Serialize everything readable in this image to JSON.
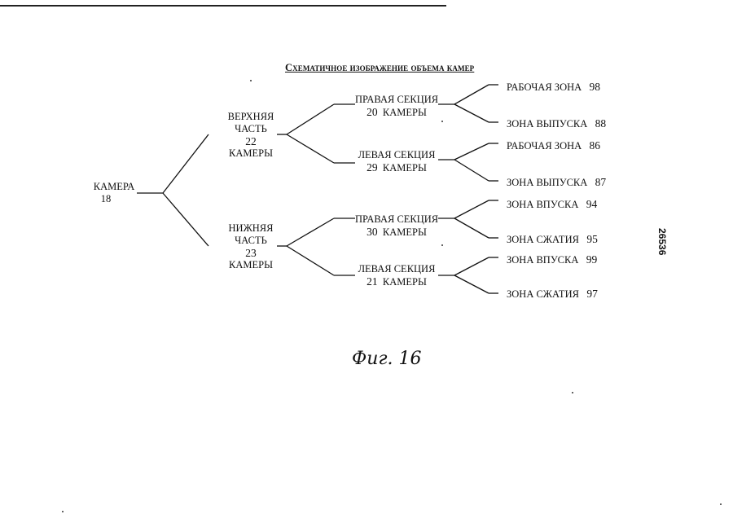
{
  "title": "Схематичное изображение объема камер",
  "root": {
    "label": "КАМЕРА",
    "num": "18"
  },
  "upper": {
    "l1": "ВЕРХНЯЯ",
    "l2": "ЧАСТЬ",
    "num": "22",
    "l3": "КАМЕРЫ",
    "right": {
      "l1": "ПРАВАЯ СЕКЦИЯ",
      "num": "20",
      "l2": "КАМЕРЫ",
      "leaves": [
        {
          "label": "РАБОЧАЯ ЗОНА",
          "num": "98"
        },
        {
          "label": "ЗОНА ВЫПУСКА",
          "num": "88"
        }
      ]
    },
    "left": {
      "l1": "ЛЕВАЯ СЕКЦИЯ",
      "num": "29",
      "l2": "КАМЕРЫ",
      "leaves": [
        {
          "label": "РАБОЧАЯ ЗОНА",
          "num": "86"
        },
        {
          "label": "ЗОНА ВЫПУСКА",
          "num": "87"
        }
      ]
    }
  },
  "lower": {
    "l1": "НИЖНЯЯ",
    "l2": "ЧАСТЬ",
    "num": "23",
    "l3": "КАМЕРЫ",
    "right": {
      "l1": "ПРАВАЯ СЕКЦИЯ",
      "num": "30",
      "l2": "КАМЕРЫ",
      "leaves": [
        {
          "label": "ЗОНА ВПУСКА",
          "num": "94"
        },
        {
          "label": "ЗОНА СЖАТИЯ",
          "num": "95"
        }
      ]
    },
    "left": {
      "l1": "ЛЕВАЯ СЕКЦИЯ",
      "num": "21",
      "l2": "КАМЕРЫ",
      "leaves": [
        {
          "label": "ЗОНА ВПУСКА",
          "num": "99"
        },
        {
          "label": "ЗОНА СЖАТИЯ",
          "num": "97"
        }
      ]
    }
  },
  "figure_label": "Фиг. 16",
  "side_number": "26536"
}
